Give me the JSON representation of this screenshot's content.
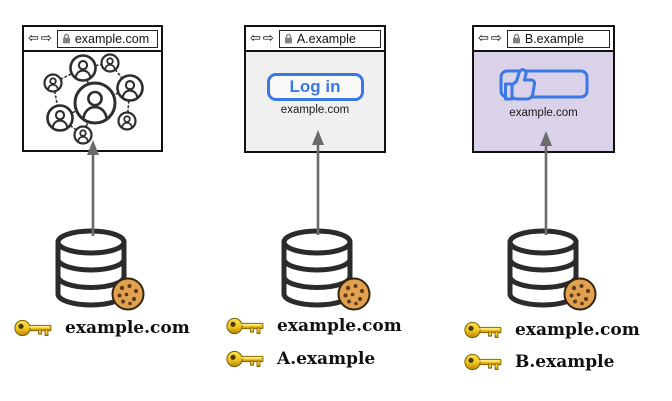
{
  "icons": {
    "back_arrow": "⇦",
    "forward_arrow": "⇨",
    "lock": "lock-icon",
    "social_graph": "social-network-graph-icon",
    "thumbs_up": "thumbs-up-like-icon",
    "database": "database-cylinder-icon",
    "cookie": "cookie-icon",
    "key": "key-icon"
  },
  "windows": [
    {
      "url": "example.com"
    },
    {
      "url": "A.example",
      "login_button": "Log in",
      "embed_caption": "example.com"
    },
    {
      "url": "B.example",
      "embed_caption": "example.com"
    }
  ],
  "cookie_jars": [
    {
      "keys": [
        "example.com"
      ]
    },
    {
      "keys": [
        "example.com",
        "A.example"
      ]
    },
    {
      "keys": [
        "example.com",
        "B.example"
      ]
    }
  ],
  "colors": {
    "accent_blue": "#3B78E7",
    "win2_bg": "#F1F0F0",
    "win3_bg": "#D9D2E9",
    "arrow_gray": "#6B6B6B",
    "outline_dark": "#2B2B2B",
    "cookie_tan": "#E2A14F",
    "cookie_chip": "#5E3A18",
    "key_gold": "#F2CB1D"
  }
}
